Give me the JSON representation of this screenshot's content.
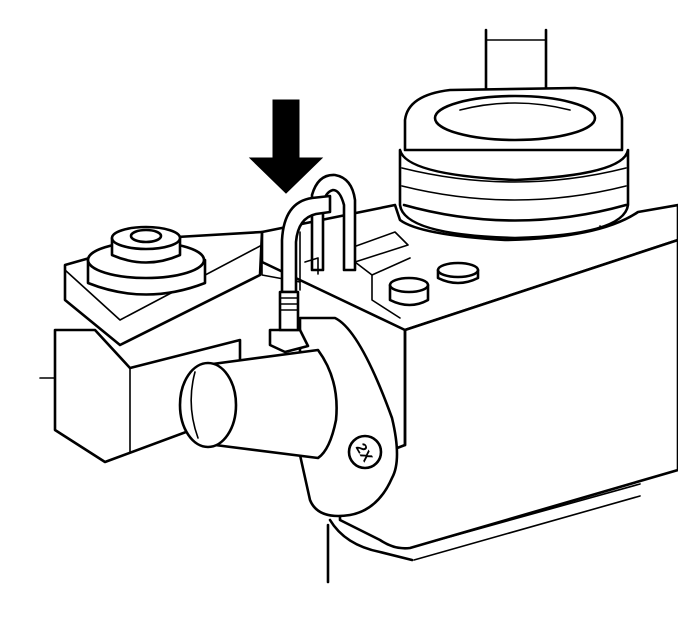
{
  "figure": {
    "kind": "technical-line-illustration",
    "subject": "switch-with-wire-bracket-on-housing",
    "callout": "arrow-pointing-down"
  },
  "colors": {
    "ink": "#000000",
    "paper": "#ffffff"
  },
  "icons": {
    "arrow": "down-arrow-icon",
    "nut": "hex-nut-icon"
  },
  "housing": {
    "corner_mark": "2X"
  }
}
